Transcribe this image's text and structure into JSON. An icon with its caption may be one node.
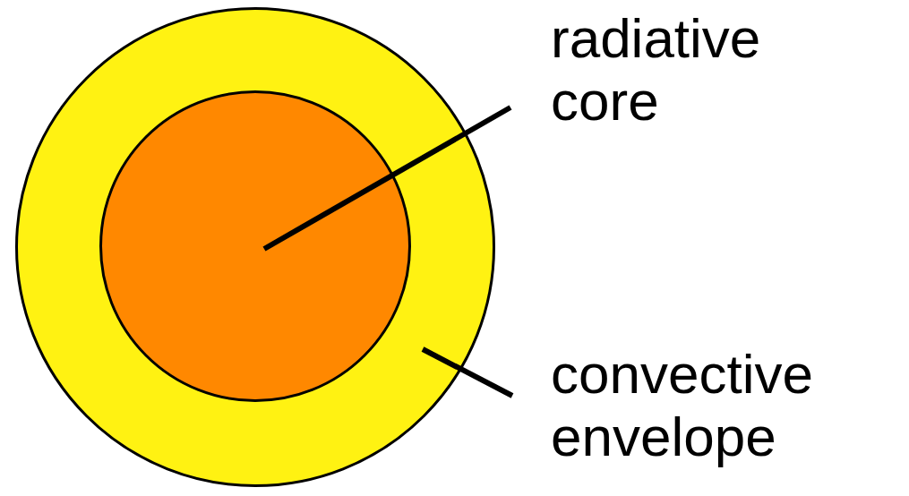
{
  "diagram": {
    "nodes": [
      {
        "text": [],
        "shape": "circle"
      },
      {
        "text": [],
        "shape": "circle",
        "in": 0
      },
      {
        "text": [
          "radiative core"
        ]
      },
      {
        "text": [
          "convective envelope"
        ]
      }
    ],
    "edges": [
      {
        "from": 2,
        "to": 1,
        "arrow": "none"
      },
      {
        "from": 3,
        "to": 0,
        "arrow": "none"
      }
    ]
  }
}
